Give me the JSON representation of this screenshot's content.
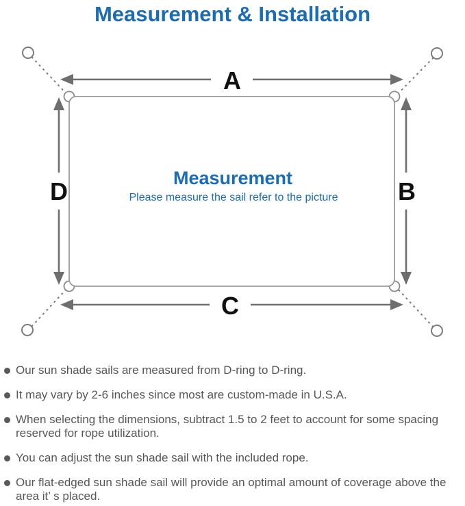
{
  "title": "Measurement & Installation",
  "colors": {
    "accent_blue": "#1a6cb5",
    "diagram_line_gray": "#6e6e6e",
    "outline_gray": "#9a9a9a",
    "body_text_gray": "#565656"
  },
  "icons": {
    "anchor_point": "circle-outline",
    "d_ring": "corner-half-circle",
    "bullet": "filled-circle",
    "rope": "dashed-line",
    "dimension_arrow": "double-headed-arrow"
  },
  "diagram": {
    "labels": {
      "top": "A",
      "right": "B",
      "bottom": "C",
      "left": "D"
    },
    "center_title": "Measurement",
    "center_subtitle": "Please measure the sail refer to the picture"
  },
  "instructions": [
    "Our sun shade sails are measured from D-ring to D-ring.",
    "It may vary by 2-6 inches since most are custom-made in U.S.A.",
    "When selecting the dimensions, subtract 1.5 to 2 feet to account for some spacing reserved for rope utilization.",
    "You can adjust the sun shade sail with the included rope.",
    "Our flat-edged sun shade sail will provide an optimal amount of coverage above the area it’ s placed."
  ]
}
